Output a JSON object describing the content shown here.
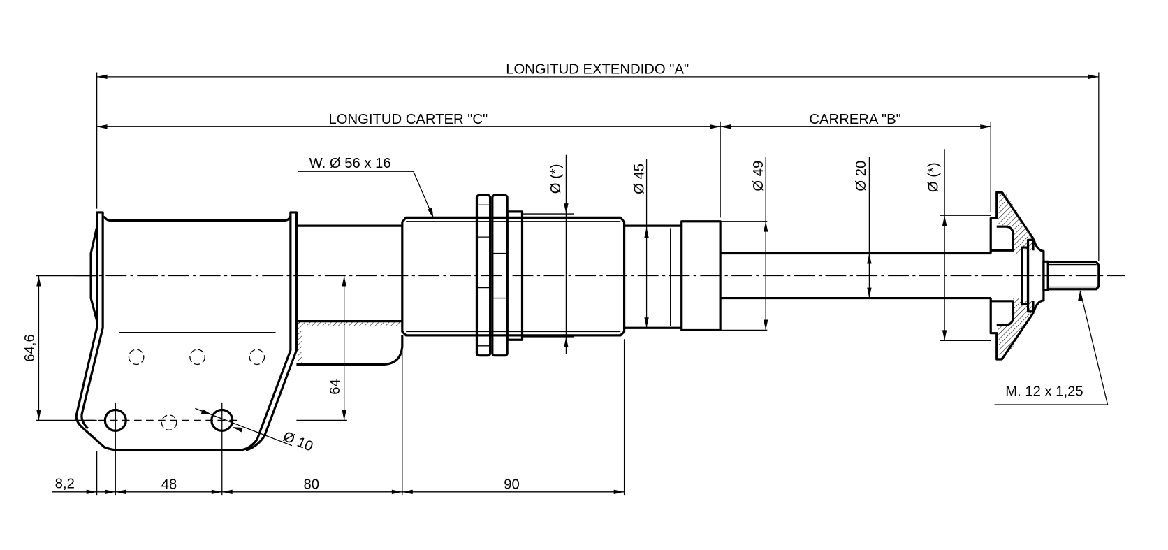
{
  "dimensions": {
    "length_extended": "LONGITUD EXTENDIDO \"A\"",
    "length_carter": "LONGITUD CARTER \"C\"",
    "stroke": "CARRERA \"B\"",
    "weld": "W. Ø 56 x 16",
    "dia_star_left": "Ø (*)",
    "dia_45": "Ø 45",
    "dia_49": "Ø 49",
    "dia_20": "Ø 20",
    "dia_star_right": "Ø (*)",
    "height_64_6": "64,6",
    "height_64": "64",
    "hole_dia": "Ø 10",
    "thread": "M. 12 x 1,25",
    "offset_8_2": "8,2",
    "spacing_48": "48",
    "spacing_80": "80",
    "spacing_90": "90"
  }
}
